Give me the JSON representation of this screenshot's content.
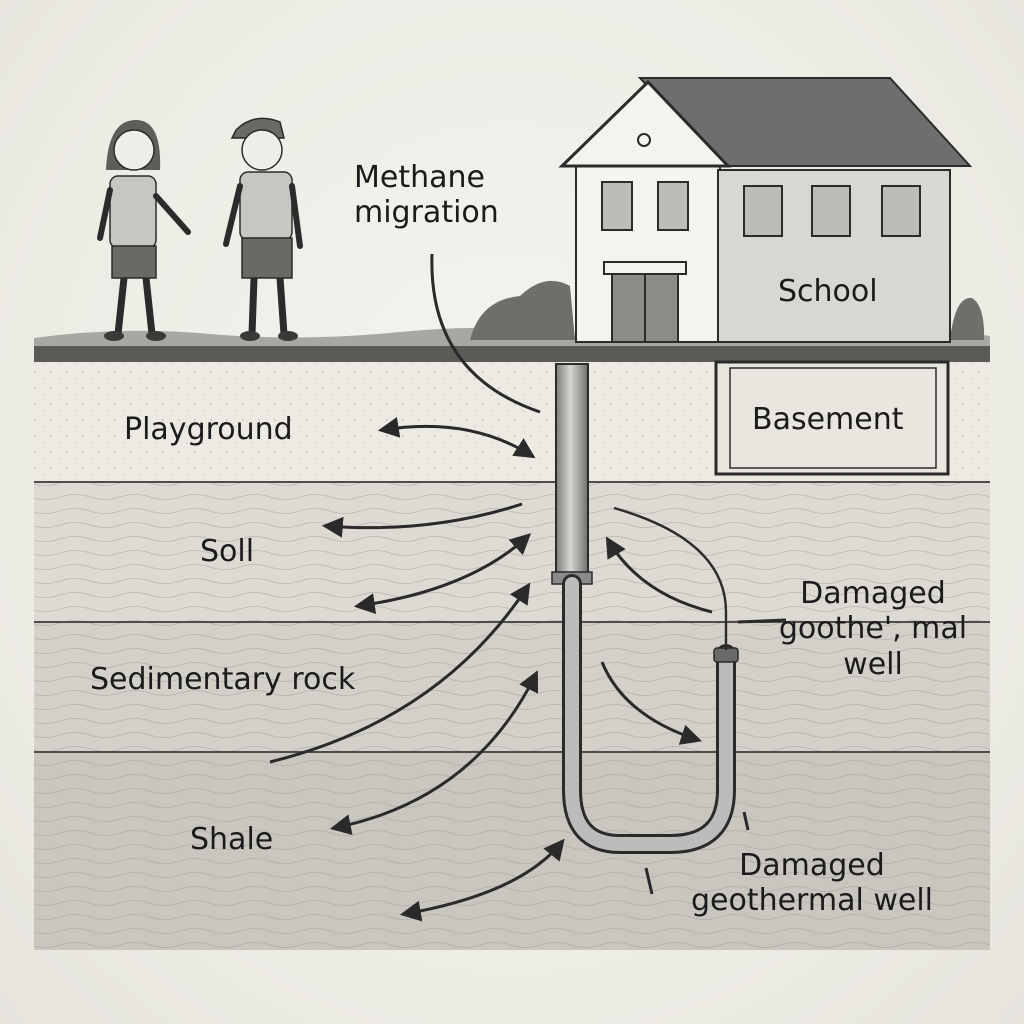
{
  "labels": {
    "methane_migration": "Methane\nmigration",
    "school": "School",
    "basement": "Basement",
    "playground": "Playground",
    "soil": "Soll",
    "sedimentary_rock": "Sedimentary rock",
    "shale": "Shale",
    "damaged_well_upper": "Damaged\ngoothe', mal\nwell",
    "damaged_well_lower": "Damaged\ngeothermal well"
  },
  "colors": {
    "background": "#efede7",
    "ink": "#1b1b1b",
    "ground_surface": "#5a5a57",
    "layer_playground": "#eceae3",
    "layer_soil": "#dcdad3",
    "layer_sedimentary": "#d2d0c9",
    "layer_shale": "#c8c6bf",
    "house_wall": "#f4f3ee",
    "house_side": "#d8d7d2",
    "roof": "#6e6e6c",
    "pipe": "#9a9a98"
  }
}
